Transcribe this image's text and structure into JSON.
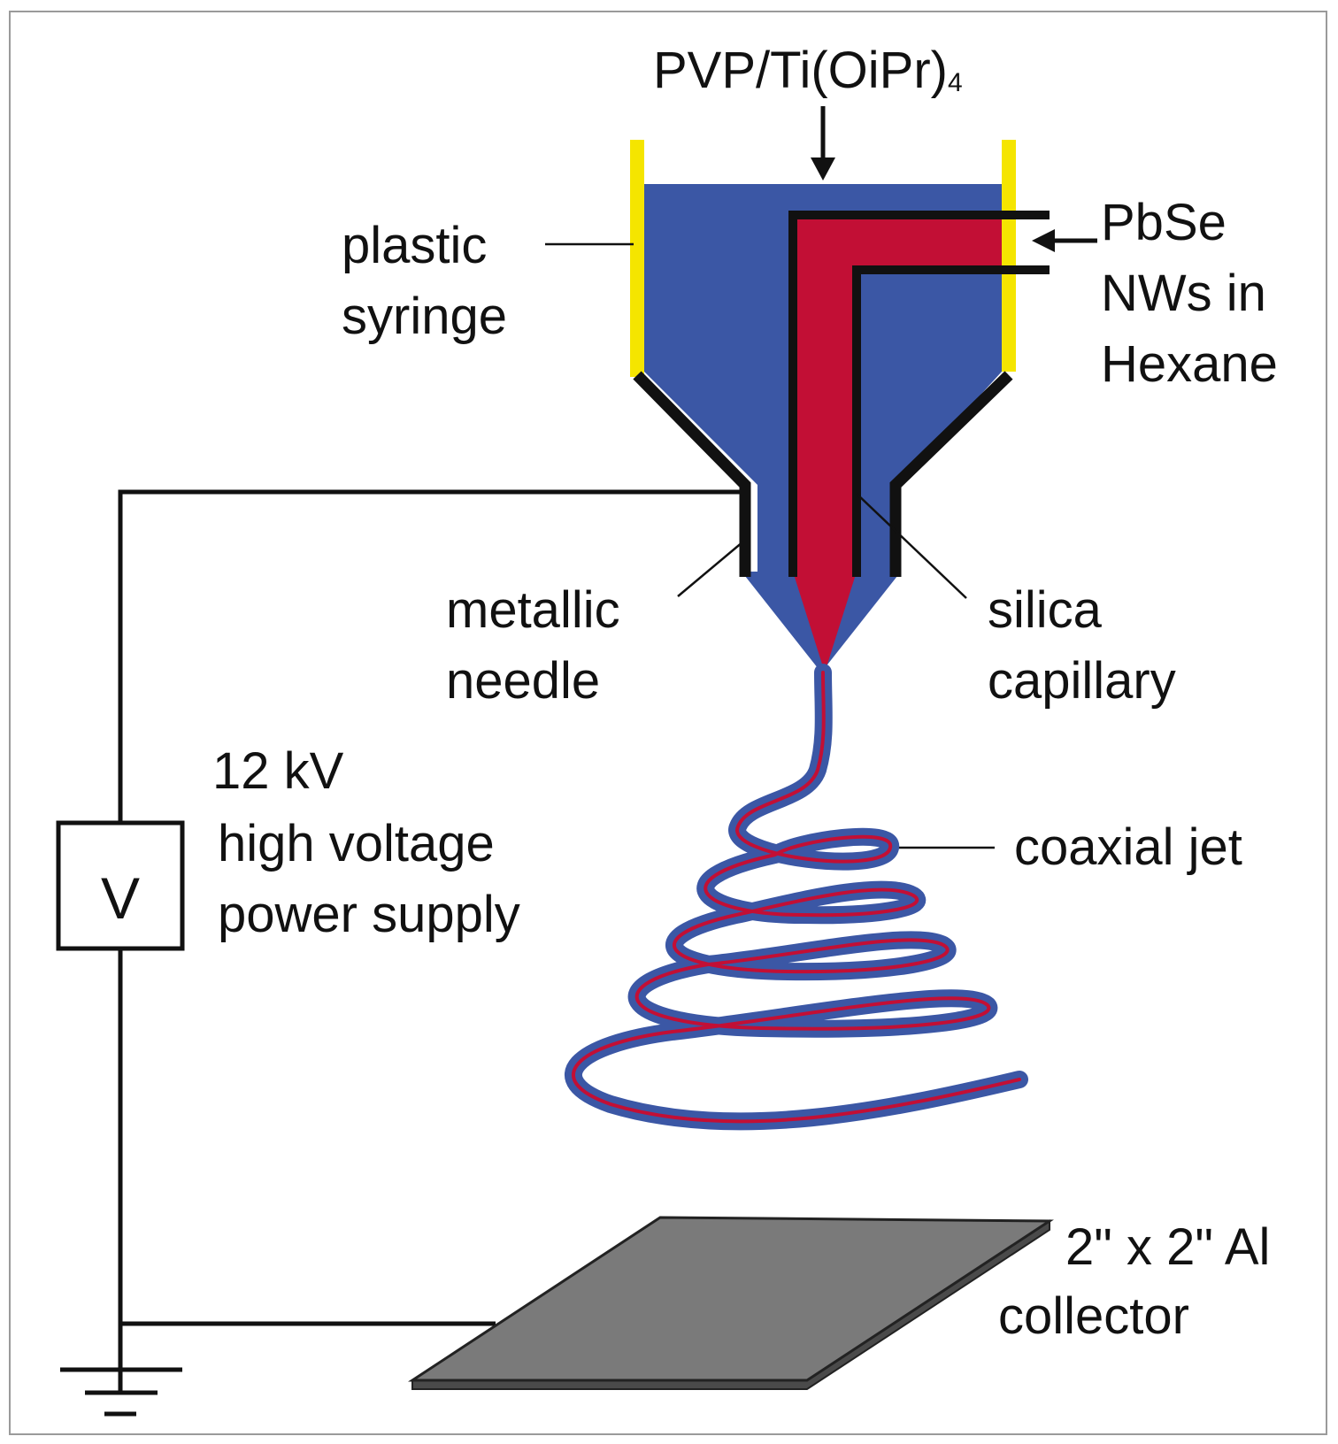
{
  "labels": {
    "top_input": "PVP/Ti(OiPr)",
    "top_input_sub": "4",
    "plastic_syringe": [
      "plastic",
      "syringe"
    ],
    "pbse": [
      "PbSe",
      "NWs in",
      "Hexane"
    ],
    "metallic_needle": [
      "metallic",
      "needle"
    ],
    "silica_capillary": [
      "silica",
      "capillary"
    ],
    "voltage_value": "12 kV",
    "power_supply": [
      "high voltage",
      "power supply"
    ],
    "coaxial_jet": "coaxial jet",
    "collector": [
      "2\" x 2\" Al",
      "collector"
    ],
    "voltmeter_symbol": "V"
  },
  "colors": {
    "polymer_blue": "#3b57a5",
    "core_red": "#c20f35",
    "syringe_yellow": "#f5e500",
    "plate_gray": "#7a7a7a",
    "line_black": "#111111"
  }
}
